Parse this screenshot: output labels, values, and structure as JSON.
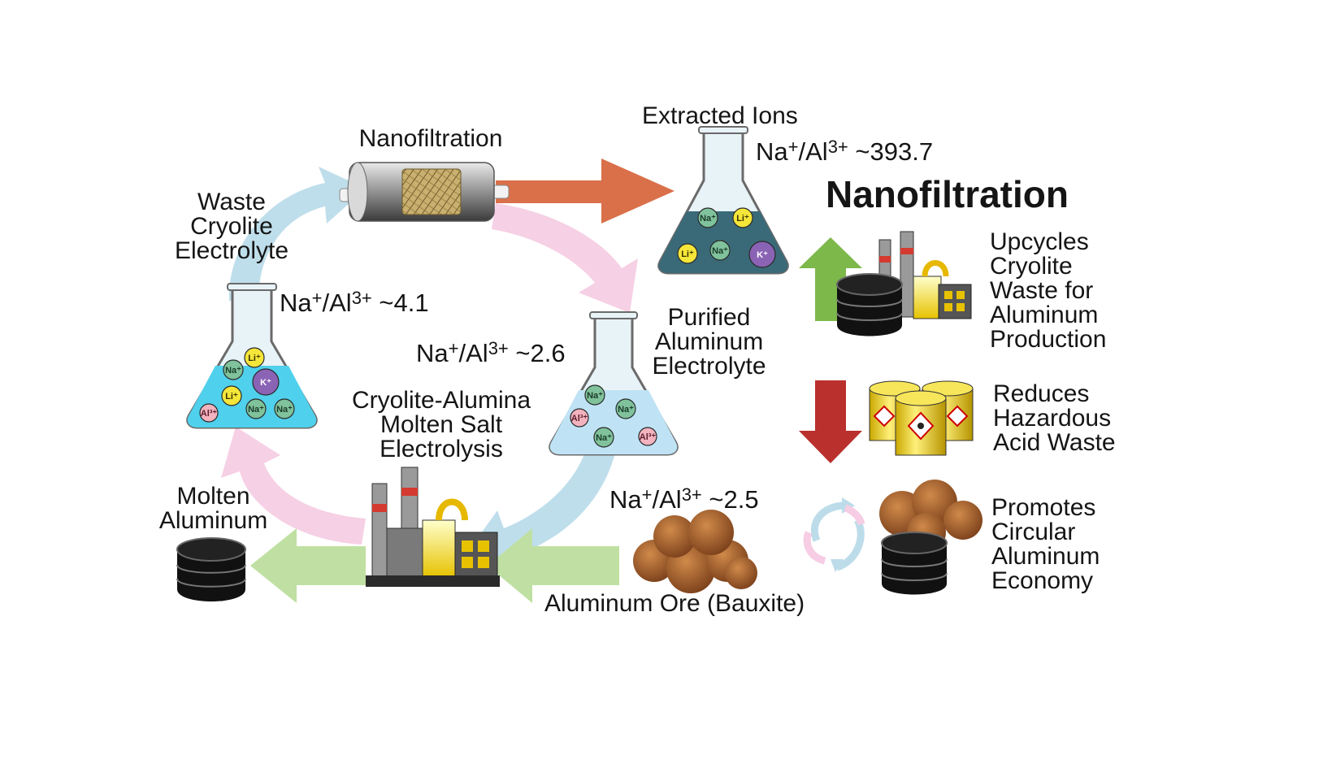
{
  "labels": {
    "nanofiltration_top": "Nanofiltration",
    "extracted_ions": "Extracted Ions",
    "waste_cryolite": [
      "Waste",
      "Cryolite",
      "Electrolyte"
    ],
    "purified_electrolyte": [
      "Purified",
      "Aluminum",
      "Electrolyte"
    ],
    "electrolysis": [
      "Cryolite-Alumina",
      "Molten Salt",
      "Electrolysis"
    ],
    "molten_aluminum": [
      "Molten",
      "Aluminum"
    ],
    "aluminum_ore": "Aluminum Ore (Bauxite)"
  },
  "ratios": {
    "extracted": {
      "base": "Na",
      "sup1": "+",
      "mid": "/Al",
      "sup2": "3+",
      "value": " ~393.7"
    },
    "waste": {
      "base": "Na",
      "sup1": "+",
      "mid": "/Al",
      "sup2": "3+",
      "value": " ~4.1"
    },
    "purified": {
      "base": "Na",
      "sup1": "+",
      "mid": "/Al",
      "sup2": "3+",
      "value": " ~2.6"
    },
    "ore": {
      "base": "Na",
      "sup1": "+",
      "mid": "/Al",
      "sup2": "3+",
      "value": " ~2.5"
    }
  },
  "benefits": {
    "title": "Nanofiltration",
    "upcycles": [
      "Upcycles",
      "Cryolite",
      "Waste for",
      "Aluminum",
      "Production"
    ],
    "reduces": [
      "Reduces",
      "Hazardous",
      "Acid Waste"
    ],
    "promotes": [
      "Promotes",
      "Circular",
      "Aluminum",
      "Economy"
    ]
  },
  "ions": {
    "na": "Na⁺",
    "li": "Li⁺",
    "k": "K⁺",
    "al": "Al³⁺"
  },
  "colors": {
    "arrow_orange": "#d9704a",
    "arrow_pink": "#f6cde4",
    "arrow_blue": "#bcdcea",
    "arrow_green": "#bfe0a2",
    "up_green": "#7db84a",
    "down_red": "#b9302c",
    "ion_na": "#7fc29b",
    "ion_li": "#f5e63a",
    "ion_k": "#8a63b5",
    "ion_al": "#f2b3bf",
    "flask_teal": "#3a6a78",
    "flask_cyan": "#4fd0ec",
    "flask_lightblue": "#bfe3f5"
  }
}
